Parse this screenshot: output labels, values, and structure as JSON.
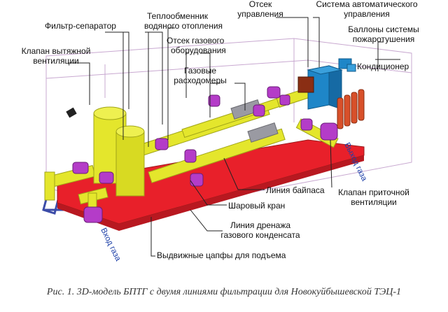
{
  "labels": {
    "filter_separator": "Фильтр-сепаратор",
    "heat_exchanger_line1": "Теплообменник",
    "heat_exchanger_line2": "водяного отопления",
    "control_room_line1": "Отсек",
    "control_room_line2": "управления",
    "auto_control_line1": "Система автоматического",
    "auto_control_line2": "управления",
    "exhaust_valve_line1": "Клапан вытяжной",
    "exhaust_valve_line2": "вентиляции",
    "gas_equipment_line1": "Отсек газового",
    "gas_equipment_line2": "оборудования",
    "fire_cylinders_line1": "Баллоны системы",
    "fire_cylinders_line2": "пожаротушения",
    "flowmeters_line1": "Газовые",
    "flowmeters_line2": "расходомеры",
    "conditioner": "Кондиционер",
    "bypass_line": "Линия байпаса",
    "ball_valve": "Шаровый кран",
    "supply_valve_line1": "Клапан приточной",
    "supply_valve_line2": "вентиляции",
    "drain_line1": "Линия дренажа",
    "drain_line2": "газового конденсата",
    "lift_pins": "Выдвижные цапфы для подъема",
    "gas_outlet": "Выход газа",
    "gas_inlet": "Вход газа"
  },
  "caption": "Рис. 1. 3D-модель БПТГ с двумя линиями фильтрации для Новокуйбышевской ТЭЦ-1",
  "colors": {
    "platform": "#e8202a",
    "pipe": "#e4e62c",
    "flange": "#b43cc8",
    "flowmeter": "#9a9aa2",
    "cabinet": "#1e86c8",
    "cylinder": "#d8502a",
    "frame": "#3c4ca8",
    "enclosure_line": "#c0a0c8",
    "side_label": "#1c3fa8"
  }
}
